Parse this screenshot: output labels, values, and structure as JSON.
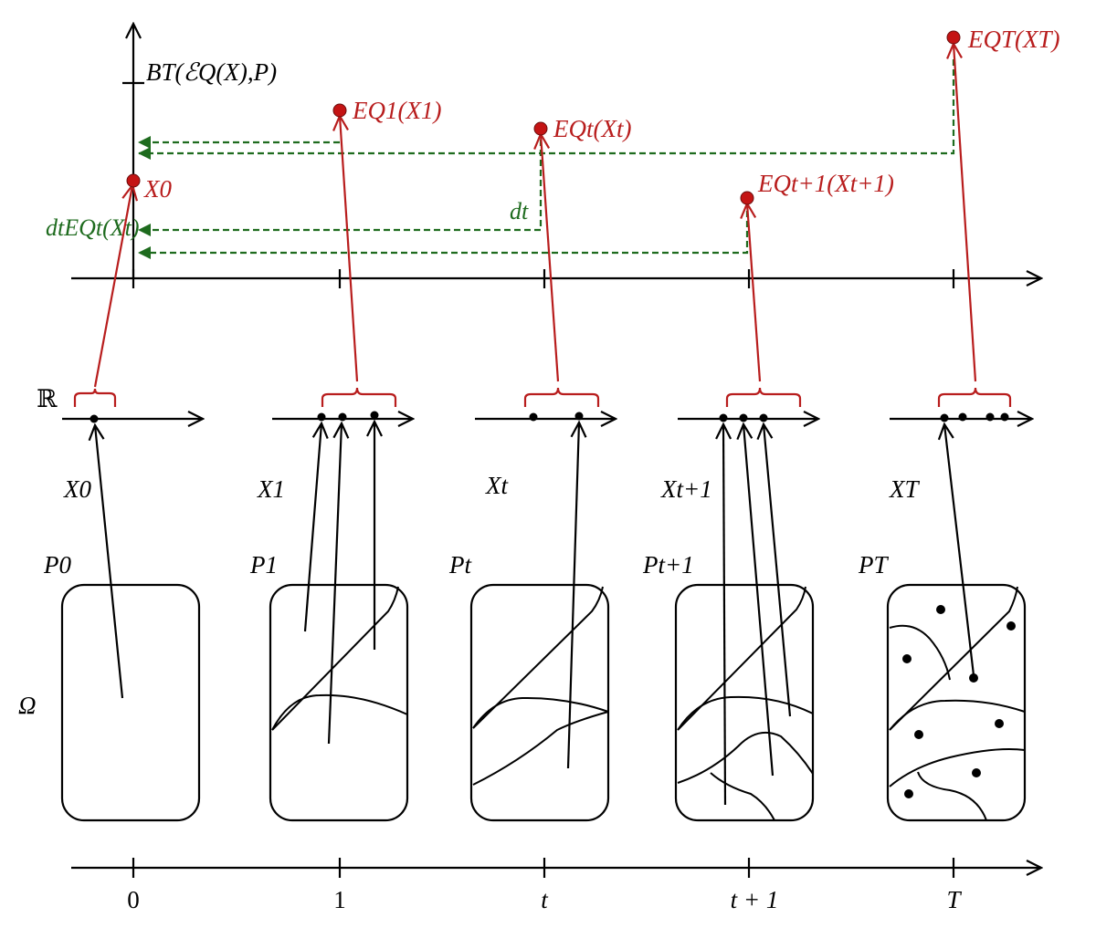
{
  "time_ticks": [
    "0",
    "1",
    "t",
    "t + 1",
    "T"
  ],
  "omega_label": "Ω",
  "reals_label": "ℝ",
  "random_variables": [
    "X0",
    "X1",
    "Xt",
    "Xt+1",
    "XT"
  ],
  "partitions": [
    "P0",
    "P1",
    "Pt",
    "Pt+1",
    "PT"
  ],
  "upper_axis_label": "BT(ℰQ(X),P)",
  "expectation_labels": [
    "X0",
    "EQ1(X1)",
    "EQt(Xt)",
    "EQt+1(Xt+1)",
    "EQT(XT)"
  ],
  "discount_labels": {
    "left": "dtEQt(Xt)",
    "mid": "dt"
  },
  "colors": {
    "red": "#b81d1d",
    "green": "#1e6b1e",
    "ink": "#000000"
  }
}
